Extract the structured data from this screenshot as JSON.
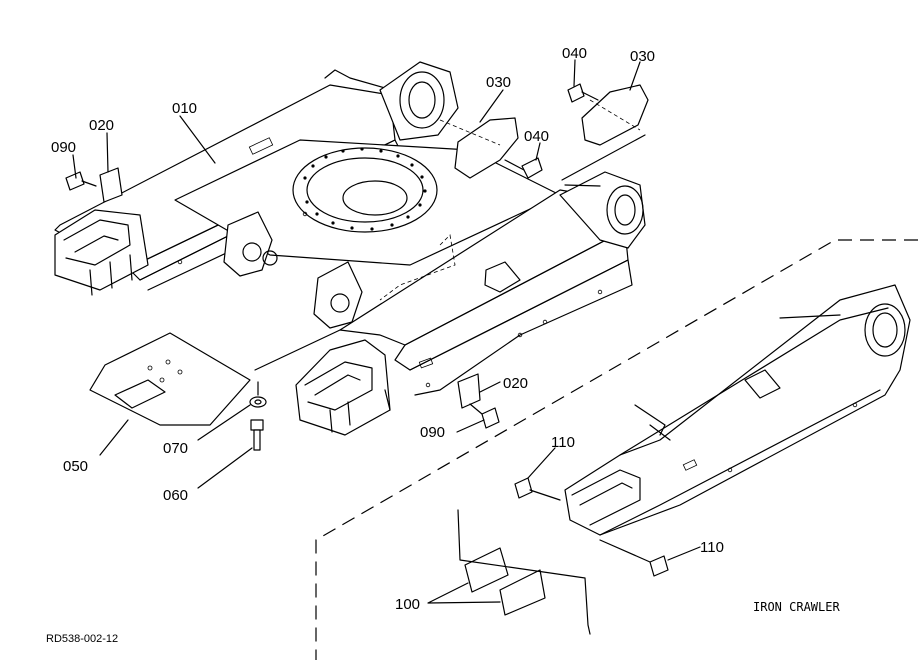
{
  "diagram": {
    "caption": "IRON CRAWLER",
    "reference_code": "RD538-002-12",
    "callouts": {
      "p010": "010",
      "p020a": "020",
      "p020b": "020",
      "p030a": "030",
      "p030b": "030",
      "p040a": "040",
      "p040b": "040",
      "p050": "050",
      "p060": "060",
      "p070": "070",
      "p090a": "090",
      "p090b": "090",
      "p100": "100",
      "p110a": "110",
      "p110b": "110"
    }
  }
}
